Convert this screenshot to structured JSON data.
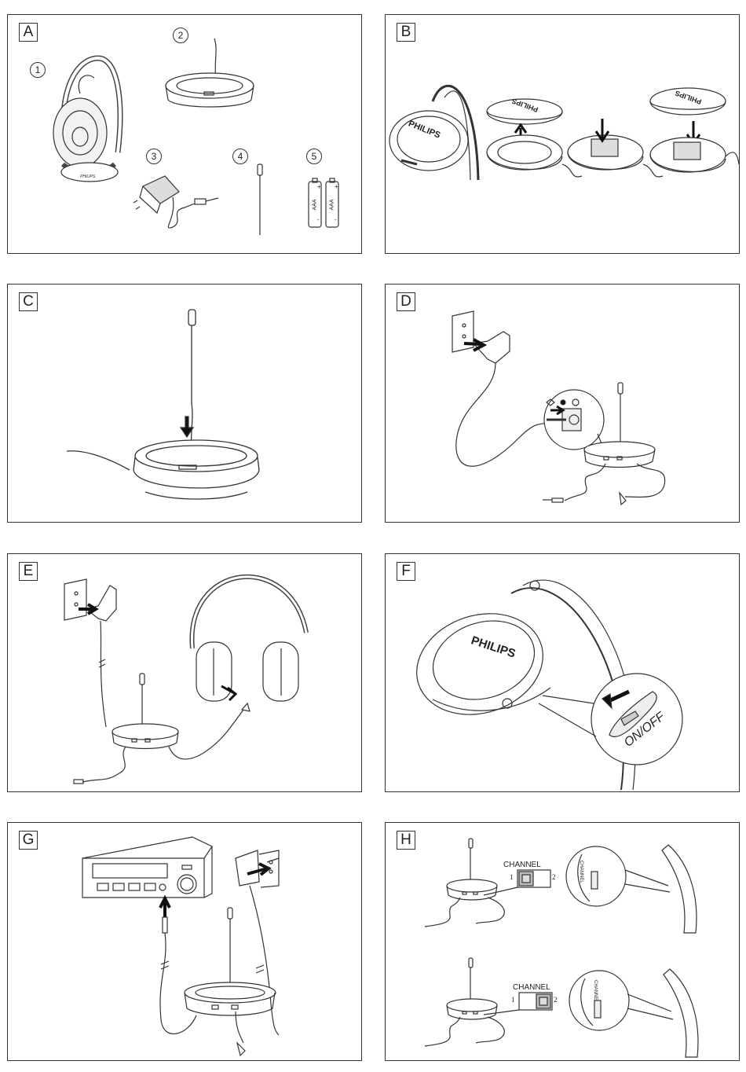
{
  "panels": {
    "a": {
      "tag": "A",
      "items": [
        "1",
        "2",
        "3",
        "4",
        "5"
      ],
      "battery_label": "AAA",
      "battery_plus": "+",
      "battery_minus": "-",
      "brand_small": "PHILIPS"
    },
    "b": {
      "tag": "B",
      "brand": "PHILIPS",
      "lid_brand": "PHILIPS"
    },
    "c": {
      "tag": "C"
    },
    "d": {
      "tag": "D"
    },
    "e": {
      "tag": "E"
    },
    "f": {
      "tag": "F",
      "brand": "PHILIPS",
      "switch_label": "ON/OFF"
    },
    "g": {
      "tag": "G"
    },
    "h": {
      "tag": "H",
      "channel_label": "CHANNEL",
      "pos_1": "1",
      "pos_2": "2",
      "side_label": "CHANNEL"
    }
  },
  "colors": {
    "line": "#333333",
    "fill_grey": "#cfcfcf",
    "arrow": "#111111"
  }
}
